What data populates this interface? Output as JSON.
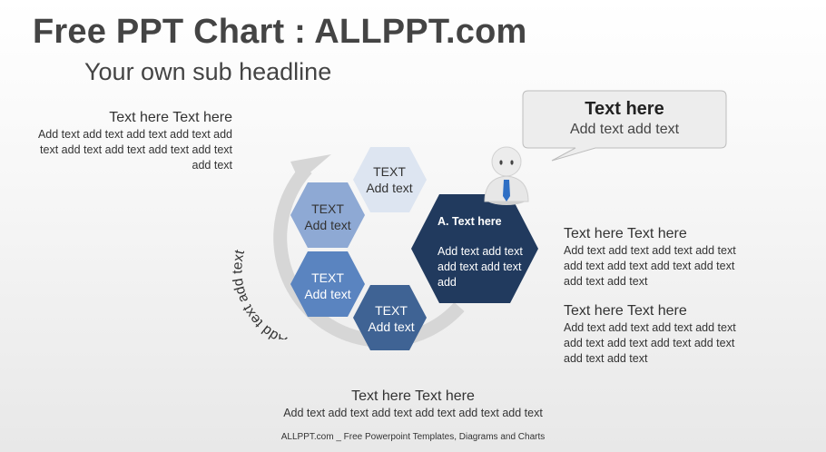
{
  "header": {
    "title": "Free PPT Chart : ALLPPT.com",
    "subtitle": "Your own sub headline"
  },
  "left_block": {
    "heading": "Text here Text here",
    "body": "Add text add text add text add text add text add text add text add text add text add text"
  },
  "callout": {
    "heading": "Text here",
    "body": "Add text add text"
  },
  "hexagons": [
    {
      "title": "TEXT",
      "body": "Add text",
      "color": "#dde5f1"
    },
    {
      "title": "TEXT",
      "body": "Add text",
      "color": "#8ea9d4"
    },
    {
      "title": "TEXT",
      "body": "Add text",
      "color": "#5a84c0"
    },
    {
      "title": "TEXT",
      "body": "Add text",
      "color": "#3f6394"
    }
  ],
  "big_hex": {
    "heading": "A. Text here",
    "body": "Add text add text add text add text add",
    "color": "#213a5e"
  },
  "arc_label": "Add text add text",
  "right_block_1": {
    "heading": "Text here Text here",
    "body": "Add text add text add text add text add text add text add text add text add text add text"
  },
  "right_block_2": {
    "heading": "Text here Text here",
    "body": "Add text add text add text add text add text add text add text add text add text add text"
  },
  "bottom_block": {
    "heading": "Text here Text here",
    "body": "Add text add text add text add text add text add text"
  },
  "footer": "ALLPPT.com _ Free Powerpoint Templates, Diagrams and Charts",
  "colors": {
    "arc": "#d6d6d6",
    "tie": "#2f6fc4",
    "figure": "#e7e7e7"
  }
}
